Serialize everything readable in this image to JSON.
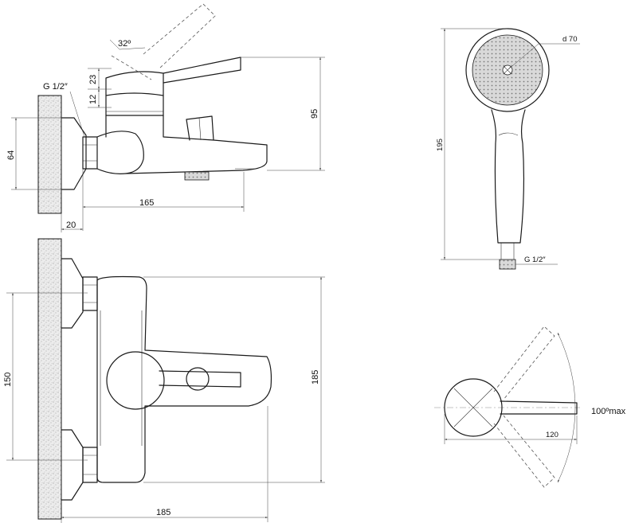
{
  "labels": {
    "angle_32": "32º",
    "dim_23": "23",
    "dim_12": "12",
    "dim_95": "95",
    "thread_top": "G 1/2″",
    "dim_64": "64",
    "dim_165": "165",
    "dim_20": "20",
    "dim_150": "150",
    "dim_185_v": "185",
    "dim_185_h": "185",
    "dim_d70": "d 70",
    "dim_195": "195",
    "thread_shower": "G 1/2″",
    "angle_100": "100ºmax",
    "dim_120": "120"
  },
  "colors": {
    "line": "#1a1a1a",
    "wall_fill": "#ebebeb",
    "head_fill": "#cfcfcf"
  }
}
